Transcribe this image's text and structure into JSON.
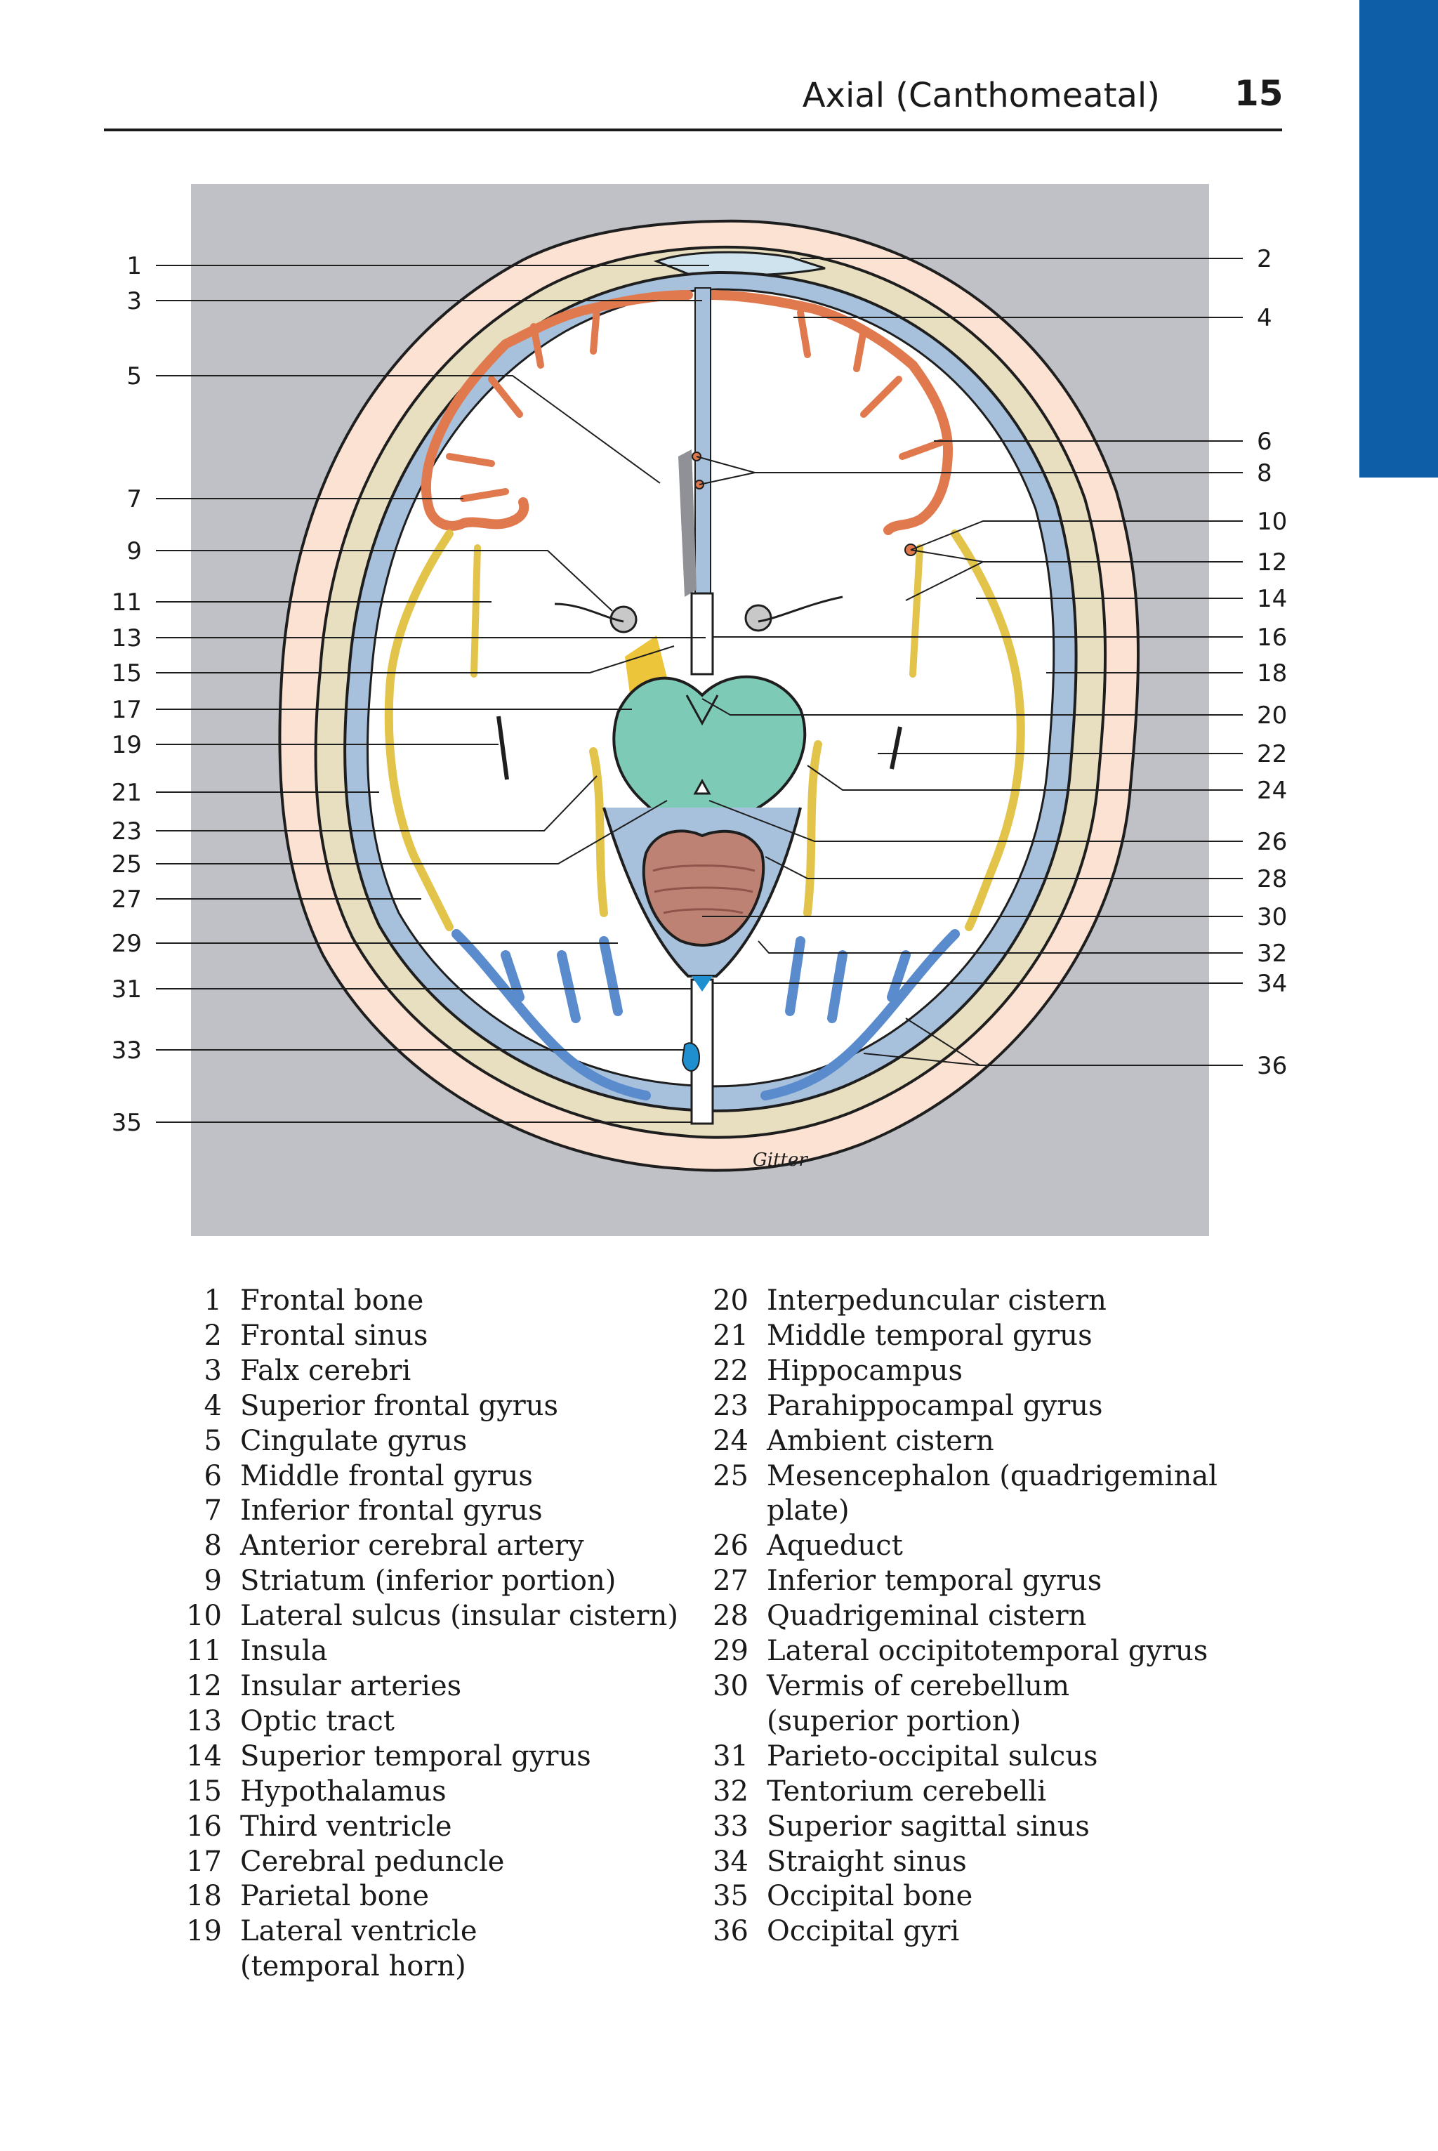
{
  "header": {
    "title": "Axial (Canthomeatal)",
    "page_number": "15"
  },
  "figure": {
    "left_labels": [
      "1",
      "3",
      "5",
      "7",
      "9",
      "11",
      "13",
      "15",
      "17",
      "19",
      "21",
      "23",
      "25",
      "27",
      "29",
      "31",
      "33",
      "35"
    ],
    "right_labels": [
      "2",
      "4",
      "6",
      "8",
      "10",
      "12",
      "14",
      "16",
      "18",
      "20",
      "22",
      "24",
      "26",
      "28",
      "30",
      "32",
      "34",
      "36"
    ],
    "signature": "Gitter",
    "colors": {
      "background": "#c0c1c6",
      "scalp": "#fbe2d2",
      "bone": "#e8dfc0",
      "csf": "#a7c0dc",
      "frontal_cortex": "#e07a4e",
      "temporal_cortex": "#e3c44a",
      "occipital_cortex": "#5a8ccd",
      "mesencephalon": "#7dcab6",
      "cerebellum_vermis": "#bd8273",
      "venous_sinus": "#1f8fd0",
      "outline": "#1e1e1e",
      "side_tab": "#0d5ea6"
    }
  },
  "legend": {
    "left": [
      {
        "num": "1",
        "text": "Frontal bone"
      },
      {
        "num": "2",
        "text": "Frontal sinus"
      },
      {
        "num": "3",
        "text": "Falx cerebri"
      },
      {
        "num": "4",
        "text": "Superior frontal gyrus"
      },
      {
        "num": "5",
        "text": "Cingulate gyrus"
      },
      {
        "num": "6",
        "text": "Middle frontal gyrus"
      },
      {
        "num": "7",
        "text": "Inferior frontal gyrus"
      },
      {
        "num": "8",
        "text": "Anterior cerebral artery"
      },
      {
        "num": "9",
        "text": "Striatum (inferior portion)"
      },
      {
        "num": "10",
        "text": "Lateral sulcus (insular cistern)"
      },
      {
        "num": "11",
        "text": "Insula"
      },
      {
        "num": "12",
        "text": "Insular arteries"
      },
      {
        "num": "13",
        "text": "Optic tract"
      },
      {
        "num": "14",
        "text": "Superior temporal gyrus"
      },
      {
        "num": "15",
        "text": "Hypothalamus"
      },
      {
        "num": "16",
        "text": "Third ventricle"
      },
      {
        "num": "17",
        "text": "Cerebral peduncle"
      },
      {
        "num": "18",
        "text": "Parietal bone"
      },
      {
        "num": "19",
        "text": "Lateral ventricle\n(temporal horn)"
      }
    ],
    "right": [
      {
        "num": "20",
        "text": "Interpeduncular cistern"
      },
      {
        "num": "21",
        "text": "Middle temporal gyrus"
      },
      {
        "num": "22",
        "text": "Hippocampus"
      },
      {
        "num": "23",
        "text": "Parahippocampal gyrus"
      },
      {
        "num": "24",
        "text": "Ambient cistern"
      },
      {
        "num": "25",
        "text": "Mesencephalon (quadrigeminal\nplate)"
      },
      {
        "num": "26",
        "text": "Aqueduct"
      },
      {
        "num": "27",
        "text": "Inferior temporal gyrus"
      },
      {
        "num": "28",
        "text": "Quadrigeminal cistern"
      },
      {
        "num": "29",
        "text": "Lateral occipitotemporal gyrus"
      },
      {
        "num": "30",
        "text": "Vermis of cerebellum\n(superior portion)"
      },
      {
        "num": "31",
        "text": "Parieto-occipital sulcus"
      },
      {
        "num": "32",
        "text": "Tentorium cerebelli"
      },
      {
        "num": "33",
        "text": "Superior sagittal sinus"
      },
      {
        "num": "34",
        "text": "Straight sinus"
      },
      {
        "num": "35",
        "text": "Occipital bone"
      },
      {
        "num": "36",
        "text": "Occipital gyri"
      }
    ]
  }
}
